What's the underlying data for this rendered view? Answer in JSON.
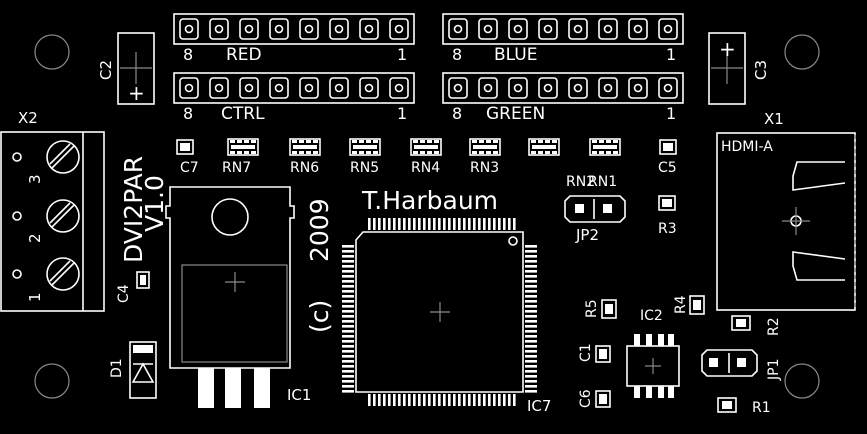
{
  "headers": [
    {
      "label": "RED",
      "left_num": "8",
      "right_num": "1"
    },
    {
      "label": "BLUE",
      "left_num": "8",
      "right_num": "1"
    },
    {
      "label": "CTRL",
      "left_num": "8",
      "right_num": "1"
    },
    {
      "label": "GREEN",
      "left_num": "8",
      "right_num": "1"
    }
  ],
  "labels": {
    "c2": "C2",
    "c3": "C3",
    "x2": "X2",
    "x1": "X1",
    "hdmi": "HDMI-A",
    "c7": "C7",
    "c5": "C5",
    "rn7": "RN7",
    "rn6": "RN6",
    "rn5": "RN5",
    "rn4": "RN4",
    "rn3": "RN3",
    "rn2": "RN2",
    "rn1": "RN1",
    "jp2": "JP2",
    "r3": "R3",
    "board_name": "DVI2PAR",
    "version": "V1.0",
    "year": "2009",
    "copyright": "(c)",
    "author": "T.Harbaum",
    "c4": "C4",
    "d1": "D1",
    "ic1": "IC1",
    "ic7": "IC7",
    "r5": "R5",
    "ic2": "IC2",
    "r4": "R4",
    "r2": "R2",
    "c1": "C1",
    "c6": "C6",
    "jp1": "JP1",
    "r1": "R1",
    "plus": "+",
    "pin1": "1",
    "pin2": "2",
    "pin3": "3"
  },
  "colors": {
    "board": "#000000",
    "silk": "#ffffff",
    "outline": "#8a8a8a"
  }
}
